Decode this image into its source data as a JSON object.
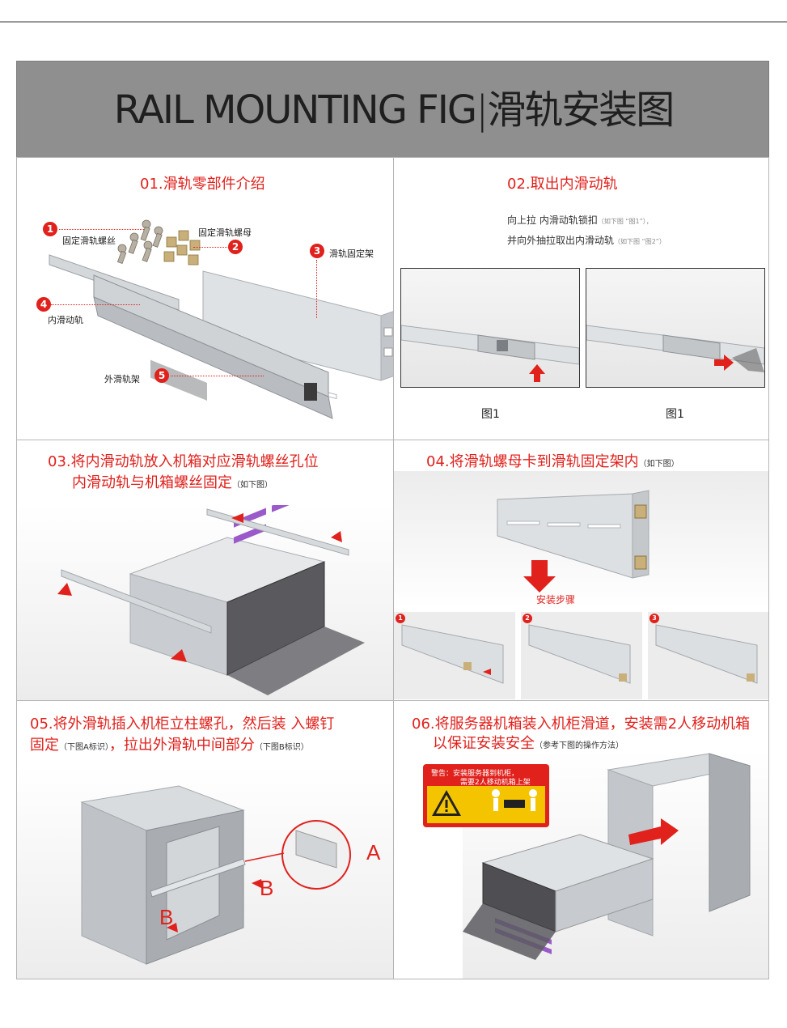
{
  "banner": {
    "title_en": "RAIL MOUNTING FIG",
    "divider": "|",
    "title_cn": "滑轨安装图"
  },
  "step1": {
    "title": "01.滑轨零部件介绍",
    "parts": [
      {
        "num": "1",
        "label": "固定滑轨螺丝"
      },
      {
        "num": "2",
        "label": "固定滑轨螺母"
      },
      {
        "num": "3",
        "label": "滑轨固定架"
      },
      {
        "num": "4",
        "label": "内滑动轨"
      },
      {
        "num": "5",
        "label": "外滑轨架"
      }
    ]
  },
  "step2": {
    "title": "02.取出内滑动轨",
    "line1": "向上拉 内滑动轨锁扣",
    "line1_note": "（如下图 “图1”），",
    "line2": "并向外抽拉取出内滑动轨",
    "line2_note": "（如下图 “图2”）",
    "fig_captions": [
      "图1",
      "图1"
    ]
  },
  "step3": {
    "title_line1": "03.将内滑动轨放入机箱对应滑轨螺丝孔位",
    "title_line2": "内滑动轨与机箱螺丝固定",
    "note": "（如下图）"
  },
  "step4": {
    "title": "04.将滑轨螺母卡到滑轨固定架内",
    "note": "（如下图）",
    "sub_label": "安装步骤",
    "sub_steps": [
      "1",
      "2",
      "3"
    ]
  },
  "step5": {
    "title_line1": "05.将外滑轨插入机柜立柱螺孔，然后装 入螺钉",
    "title_line2a": "固定",
    "note_a": "（下图A标识）",
    "title_line2b": "，拉出外滑轨中间部分",
    "note_b": "（下图B标识）",
    "letters": {
      "a": "A",
      "b": "B"
    }
  },
  "step6": {
    "title_line1": "06.将服务器机箱装入机柜滑道，安装需2人移动机箱",
    "title_line2": "以保证安装安全",
    "note": "（参考下图的操作方法）",
    "warning_line1": "警告：安装服务器到机柜，",
    "warning_line2": "需要2人移动机箱上架"
  },
  "colors": {
    "accent": "#e0211c",
    "banner_bg": "#8f8f8f",
    "rail": "#c9cdd1"
  }
}
